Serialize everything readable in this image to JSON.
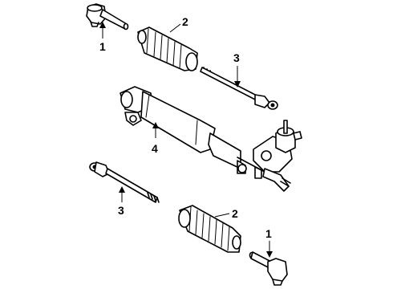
{
  "callouts": {
    "tie_rod_end_upper": "1",
    "boot_upper": "2",
    "inner_tie_rod_upper": "3",
    "rack_housing": "4",
    "inner_tie_rod_lower": "3",
    "boot_lower": "2",
    "tie_rod_end_lower": "1"
  }
}
